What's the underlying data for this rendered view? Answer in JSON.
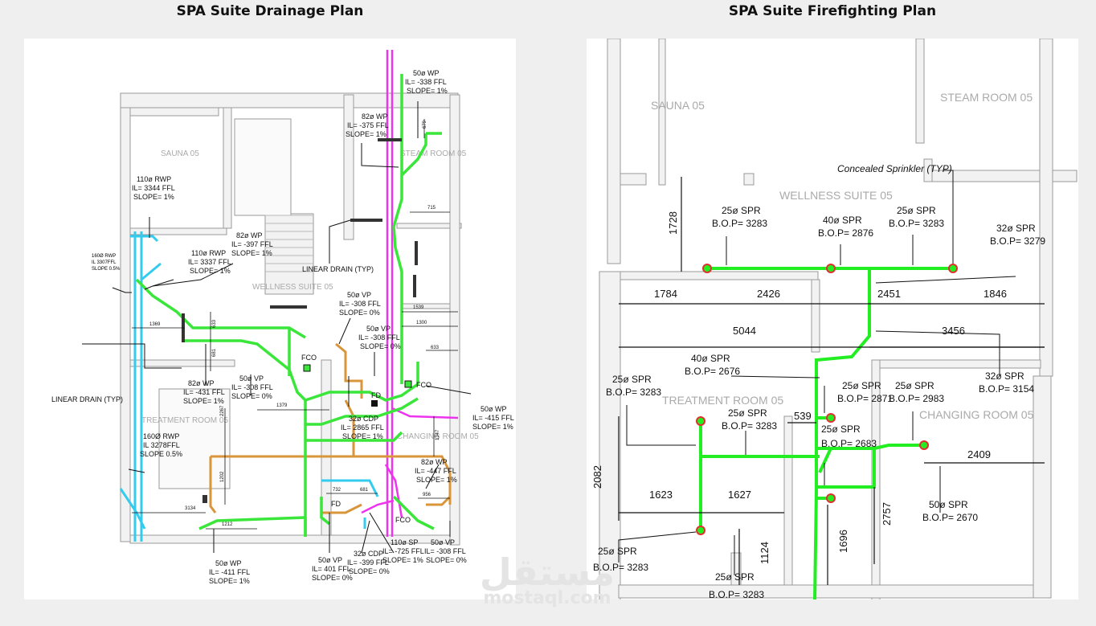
{
  "titles": {
    "drainage": "SPA Suite Drainage Plan",
    "firefighting": "SPA Suite Firefighting Plan"
  },
  "drainage": {
    "rooms": [
      "SAUNA 05",
      "STEAM ROOM 05",
      "WELLNESS SUITE 05",
      "TREATMENT ROOM 05",
      "CHANGING ROOM 05"
    ],
    "labels": [
      [
        "50ø WP",
        "IL= -338 FFL",
        "SLOPE= 1%"
      ],
      [
        "82ø WP",
        "IL= -375 FFL",
        "SLOPE= 1%"
      ],
      [
        "110ø RWP",
        "IL= 3344 FFL",
        "SLOPE= 1%"
      ],
      [
        "110ø RWP",
        "IL= 3337 FFL",
        "SLOPE= 1%"
      ],
      [
        "82ø WP",
        "IL= -397 FFL",
        "SLOPE= 1%"
      ],
      [
        "160Ø RWP",
        "IL 3307FFL",
        "SLOPE 0.5%"
      ],
      [
        "LINEAR DRAIN (TYP)"
      ],
      [
        "50ø VP",
        "IL= -308 FFL",
        "SLOPE= 0%"
      ],
      [
        "50ø VP",
        "IL= -308 FFL",
        "SLOPE= 0%"
      ],
      [
        "LINEAR DRAIN (TYP)"
      ],
      [
        "82ø WP",
        "IL= -431 FFL",
        "SLOPE= 1%"
      ],
      [
        "50ø VP",
        "IL= -308 FFL",
        "SLOPE= 0%"
      ],
      [
        "50ø WP",
        "IL= -415 FFL",
        "SLOPE= 1%"
      ],
      [
        "160Ø RWP",
        "IL 3278FFL",
        "SLOPE 0.5%"
      ],
      [
        "32ø CDP",
        "IL= 2865 FFL",
        "SLOPE= 1%"
      ],
      [
        "82ø WP",
        "IL= -447 FFL",
        "SLOPE= 1%"
      ],
      [
        "50ø WP",
        "IL= -411 FFL",
        "SLOPE= 1%"
      ],
      [
        "50ø VP",
        "IL= 401 FFL",
        "SLOPE= 0%"
      ],
      [
        "32ø CDP",
        "IL= -399 FFL",
        "SLOPE= 0%"
      ],
      [
        "110ø SP",
        "IL= -725 FFL",
        "SLOPE= 1%"
      ],
      [
        "50ø VP",
        "IL= -308 FFL",
        "SLOPE= 0%"
      ]
    ],
    "tags": [
      "FCO",
      "FD",
      "FCO",
      "FD",
      "FCO"
    ],
    "dims": [
      "679",
      "715",
      "1539",
      "1369",
      "1300",
      "633",
      "681",
      "633",
      "1379",
      "2267",
      "1347",
      "3134",
      "1212",
      "1202",
      "732",
      "681",
      "956"
    ]
  },
  "firefighting": {
    "rooms": [
      "SAUNA 05",
      "STEAM ROOM 05",
      "WELLNESS SUITE 05",
      "TREATMENT ROOM 05",
      "CHANGING ROOM 05"
    ],
    "note": "Concealed Sprinkler (TYP)",
    "labels": [
      [
        "25ø SPR",
        "B.O.P= 3283"
      ],
      [
        "40ø SPR",
        "B.O.P= 2876"
      ],
      [
        "25ø SPR",
        "B.O.P= 3283"
      ],
      [
        "32ø SPR",
        "B.O.P= 3279"
      ],
      [
        "40ø SPR",
        "B.O.P= 2676"
      ],
      [
        "32ø SPR",
        "B.O.P= 3154"
      ],
      [
        "25ø SPR",
        "B.O.P= 3283"
      ],
      [
        "25ø SPR",
        "B.O.P= 3283"
      ],
      [
        "25ø SPR",
        "B.O.P= 2871"
      ],
      [
        "25ø SPR",
        "B.O.P= 2983"
      ],
      [
        "25ø SPR",
        "B.O.P= 2683"
      ],
      [
        "50ø SPR",
        "B.O.P= 2670"
      ],
      [
        "25ø SPR",
        "B.O.P= 3283"
      ],
      [
        "25ø SPR",
        "B.O.P= 3283"
      ]
    ],
    "dims": [
      "1728",
      "1784",
      "2426",
      "2451",
      "1846",
      "5044",
      "3456",
      "539",
      "2409",
      "2082",
      "1623",
      "1627",
      "2757",
      "1696",
      "1124"
    ]
  },
  "watermark": {
    "arabic": "مستقل",
    "latin": "mostaql.com"
  },
  "colors": {
    "drain_green": "#39e639",
    "rain_cyan": "#33ccee",
    "vent_magenta": "#ee33ee",
    "condensate_orange": "#d9953a",
    "sprinkler_green": "#22ee22",
    "sprinkler_head": "#e03030"
  }
}
